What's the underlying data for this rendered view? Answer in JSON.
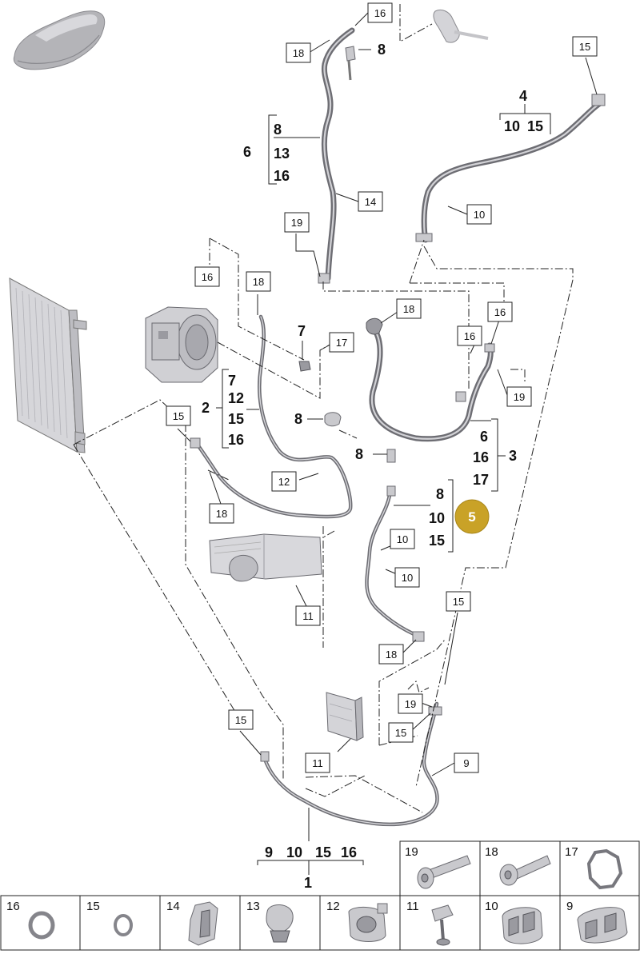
{
  "callouts": [
    {
      "id": "c16a",
      "text": "16"
    },
    {
      "id": "c18a",
      "text": "18"
    },
    {
      "id": "c15a",
      "text": "15"
    },
    {
      "id": "c14",
      "text": "14"
    },
    {
      "id": "c10a",
      "text": "10"
    },
    {
      "id": "c19a",
      "text": "19"
    },
    {
      "id": "c16b",
      "text": "16"
    },
    {
      "id": "c18b",
      "text": "18"
    },
    {
      "id": "c18c",
      "text": "18"
    },
    {
      "id": "c16c",
      "text": "16"
    },
    {
      "id": "c16d",
      "text": "16"
    },
    {
      "id": "c17",
      "text": "17"
    },
    {
      "id": "c19b",
      "text": "19"
    },
    {
      "id": "c15b",
      "text": "15"
    },
    {
      "id": "c12",
      "text": "12"
    },
    {
      "id": "c18d",
      "text": "18"
    },
    {
      "id": "c10b",
      "text": "10"
    },
    {
      "id": "c10c",
      "text": "10"
    },
    {
      "id": "c11a",
      "text": "11"
    },
    {
      "id": "c15c",
      "text": "15"
    },
    {
      "id": "c18e",
      "text": "18"
    },
    {
      "id": "c19c",
      "text": "19"
    },
    {
      "id": "c15d",
      "text": "15"
    },
    {
      "id": "c15e",
      "text": "15"
    },
    {
      "id": "c11b",
      "text": "11"
    },
    {
      "id": "c9",
      "text": "9"
    }
  ],
  "groups": {
    "g6": {
      "main": "6",
      "items": [
        "8",
        "13",
        "16"
      ]
    },
    "g4": {
      "main": "4",
      "items": [
        "10",
        "15"
      ]
    },
    "g2": {
      "main": "2",
      "items": [
        "7",
        "12",
        "15",
        "16"
      ]
    },
    "g3": {
      "main": "3",
      "items": [
        "6",
        "16",
        "17"
      ]
    },
    "g5": {
      "items": [
        "8",
        "10",
        "15"
      ]
    },
    "g1": {
      "main": "1",
      "items": [
        "9",
        "10",
        "15",
        "16"
      ]
    }
  },
  "single_labels": {
    "l8a": "8",
    "l7": "7",
    "l8b": "8",
    "l8c": "8"
  },
  "badge": {
    "text": "5",
    "color": "#c9a227"
  },
  "legend": [
    {
      "number": "19",
      "icon": "bolt-icon"
    },
    {
      "number": "18",
      "icon": "screw-icon"
    },
    {
      "number": "17",
      "icon": "sealing-ring-icon"
    },
    {
      "number": "16",
      "icon": "o-ring-icon"
    },
    {
      "number": "15",
      "icon": "o-ring-small-icon"
    },
    {
      "number": "14",
      "icon": "bracket-icon"
    },
    {
      "number": "13",
      "icon": "clip-icon"
    },
    {
      "number": "12",
      "icon": "clamp-icon"
    },
    {
      "number": "11",
      "icon": "holder-icon"
    },
    {
      "number": "10",
      "icon": "grommet-icon"
    },
    {
      "number": "9",
      "icon": "double-grommet-icon"
    }
  ]
}
